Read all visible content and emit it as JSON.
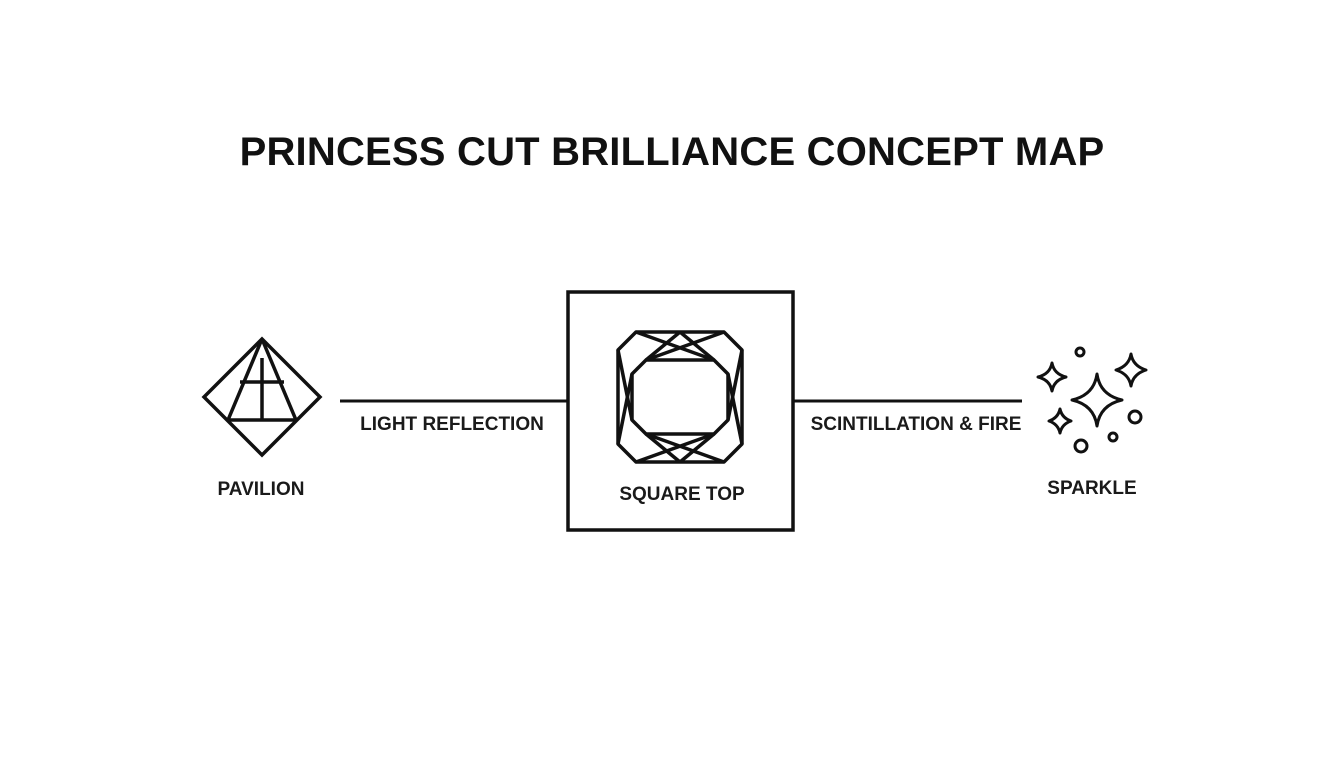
{
  "title": "PRINCESS CUT BRILLIANCE CONCEPT MAP",
  "nodes": {
    "pavilion": {
      "label": "PAVILION",
      "icon": "pavilion-diamond-icon"
    },
    "square_top": {
      "label": "SQUARE TOP",
      "icon": "princess-cut-gem-icon"
    },
    "sparkle": {
      "label": "SPARKLE",
      "icon": "sparkle-icon"
    }
  },
  "edges": [
    {
      "from": "pavilion",
      "to": "square_top",
      "label": "LIGHT REFLECTION"
    },
    {
      "from": "square_top",
      "to": "sparkle",
      "label": "SCINTILLATION & FIRE"
    }
  ],
  "colors": {
    "stroke": "#111111",
    "background": "#ffffff"
  }
}
